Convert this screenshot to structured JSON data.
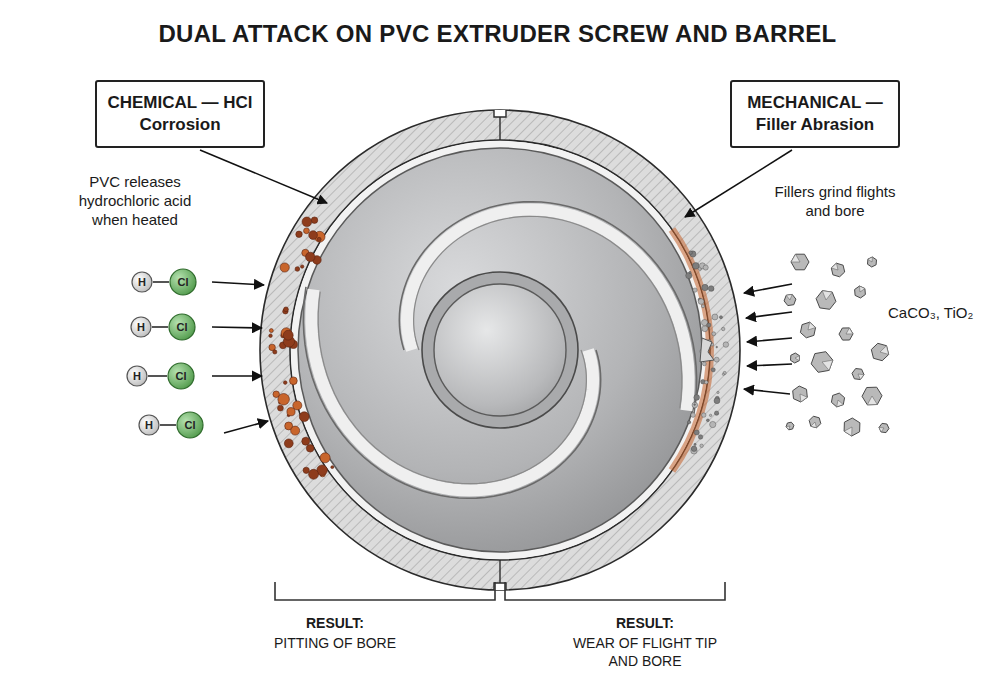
{
  "diagram": {
    "title": "DUAL ATTACK ON PVC EXTRUDER SCREW AND BARREL",
    "nodes": [
      {
        "text": [
          "CHEMICAL — HCl Corrosion"
        ]
      },
      {
        "text": [
          "MECHANICAL — Filler Abrasion"
        ]
      },
      {
        "text": [
          "H"
        ]
      },
      {
        "text": [
          "Cl"
        ]
      },
      {
        "text": [
          "H"
        ]
      },
      {
        "text": [
          "Cl"
        ]
      },
      {
        "text": [
          "H"
        ]
      },
      {
        "text": [
          "Cl"
        ]
      },
      {
        "text": [
          "H"
        ]
      },
      {
        "text": [
          "Cl"
        ]
      }
    ],
    "edges": [
      {
        "from": 2,
        "to": 3,
        "arrow": "none"
      },
      {
        "from": 4,
        "to": 5,
        "arrow": "none"
      },
      {
        "from": 6,
        "to": 7,
        "arrow": "none"
      },
      {
        "from": 8,
        "to": 9,
        "arrow": "none"
      }
    ],
    "labels": [
      "PVC releases hydrochloric acid when heated",
      "Fillers grind flights and bore",
      "CaCO₃, TiO₂",
      "RESULT:",
      "PITTING OF BORE",
      "RESULT:",
      "WEAR OF FLIGHT TIP AND BORE"
    ]
  }
}
